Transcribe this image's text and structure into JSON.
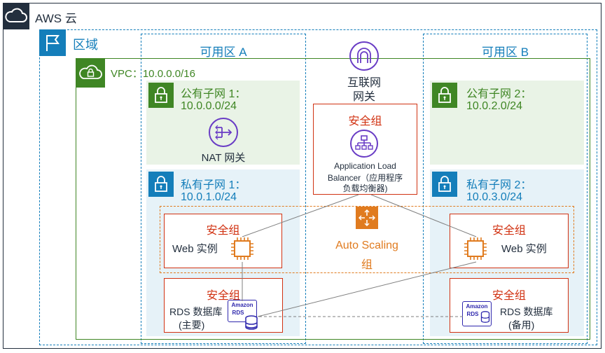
{
  "cloud": {
    "label": "AWS 云"
  },
  "region": {
    "label": "区域"
  },
  "az_a": {
    "label": "可用区 A"
  },
  "az_b": {
    "label": "可用区 B"
  },
  "vpc": {
    "label": "VPC：10.0.0.0/16"
  },
  "internet_gateway": {
    "line1": "互联网",
    "line2": "网关"
  },
  "public_subnet_1": {
    "title": "公有子网 1：",
    "cidr": "10.0.0.0/24"
  },
  "public_subnet_2": {
    "title": "公有子网 2：",
    "cidr": "10.0.2.0/24"
  },
  "private_subnet_1": {
    "title": "私有子网 1：",
    "cidr": "10.0.1.0/24"
  },
  "private_subnet_2": {
    "title": "私有子网 2：",
    "cidr": "10.0.3.0/24"
  },
  "nat_gateway": {
    "label": "NAT 网关"
  },
  "alb": {
    "security_group": "安全组",
    "line1": "Application Load",
    "line2": "Balancer（应用程序",
    "line3": "负载均衡器)"
  },
  "auto_scaling": {
    "line1": "Auto Scaling",
    "line2": "组"
  },
  "web_a": {
    "security_group": "安全组",
    "label": "Web 实例"
  },
  "web_b": {
    "security_group": "安全组",
    "label": "Web 实例"
  },
  "rds_a": {
    "security_group": "安全组",
    "line1": "RDS 数据库",
    "line2": "(主要)",
    "badge_line1": "Amazon",
    "badge_line2": "RDS"
  },
  "rds_b": {
    "security_group": "安全组",
    "line1": "RDS 数据库",
    "line2": "(备用)",
    "badge_line1": "Amazon",
    "badge_line2": "RDS"
  },
  "colors": {
    "region_blue": "#147EBA",
    "vpc_green": "#3F8624",
    "public_bg": "#E9F3E6",
    "private_bg": "#E6F2F8",
    "security_red": "#D13212",
    "auto_scaling_orange": "#E07B1F",
    "purple": "#693CC5"
  }
}
